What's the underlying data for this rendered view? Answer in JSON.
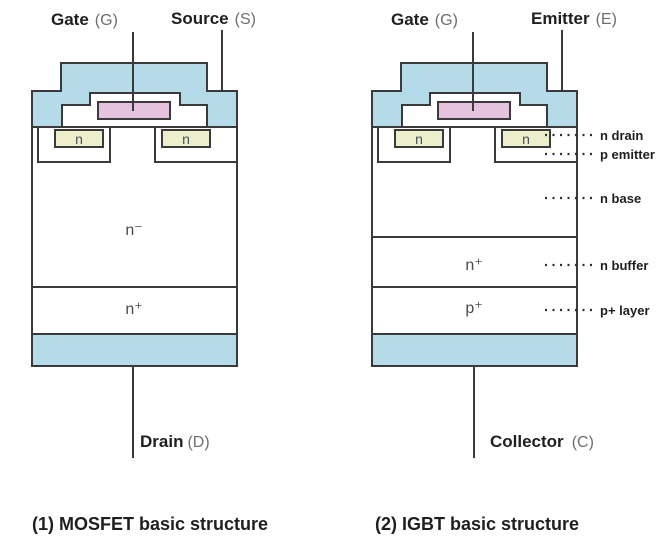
{
  "mosfet": {
    "gate_label": "Gate",
    "gate_symbol": "(G)",
    "source_label": "Source",
    "source_symbol": "(S)",
    "drain_label": "Drain",
    "drain_symbol": "(D)",
    "n_left": "n",
    "n_right": "n",
    "drift_region": "n⁻",
    "substrate_region": "n⁺",
    "caption": "(1) MOSFET basic structure"
  },
  "igbt": {
    "gate_label": "Gate",
    "gate_symbol": "(G)",
    "emitter_label": "Emitter",
    "emitter_symbol": "(E)",
    "collector_label": "Collector",
    "collector_symbol": "(C)",
    "n_left": "n",
    "n_right": "n",
    "buffer_region": "n⁺",
    "p_plus_region": "p⁺",
    "layer_labels": [
      "n drain",
      "p emitter",
      "n base",
      "n buffer",
      "p+ layer"
    ],
    "caption": "(2) IGBT basic structure"
  },
  "colors": {
    "metal_blue": "#b5dbe9",
    "gate_pink": "#e5c3de",
    "n_region_yellow": "#edeecb",
    "outline": "#3a3a3a",
    "terminal_symbol_gray": "#6e6e6e"
  }
}
